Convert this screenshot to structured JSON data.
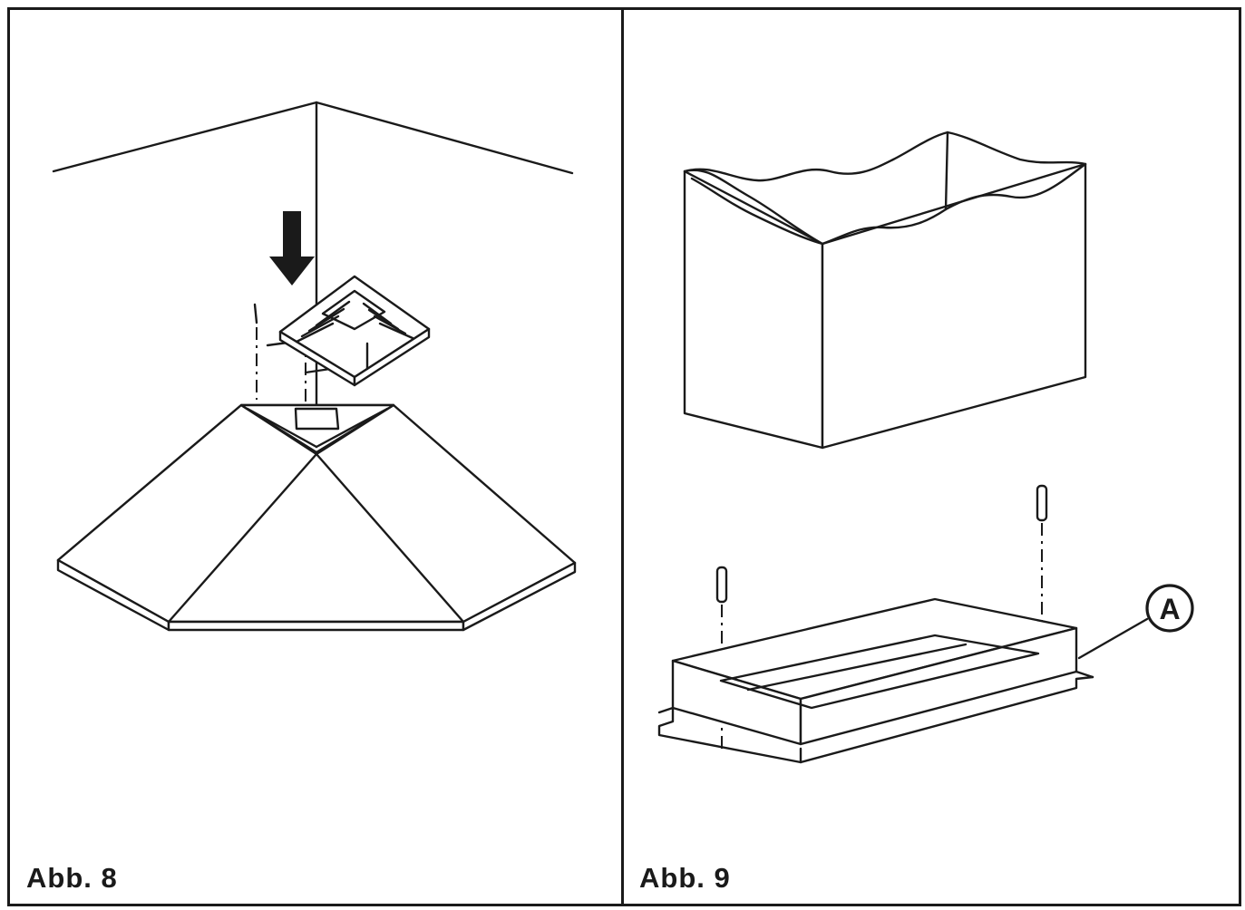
{
  "figures": [
    {
      "label": "Abb. 8"
    },
    {
      "label": "Abb. 9",
      "callout": "A"
    }
  ]
}
